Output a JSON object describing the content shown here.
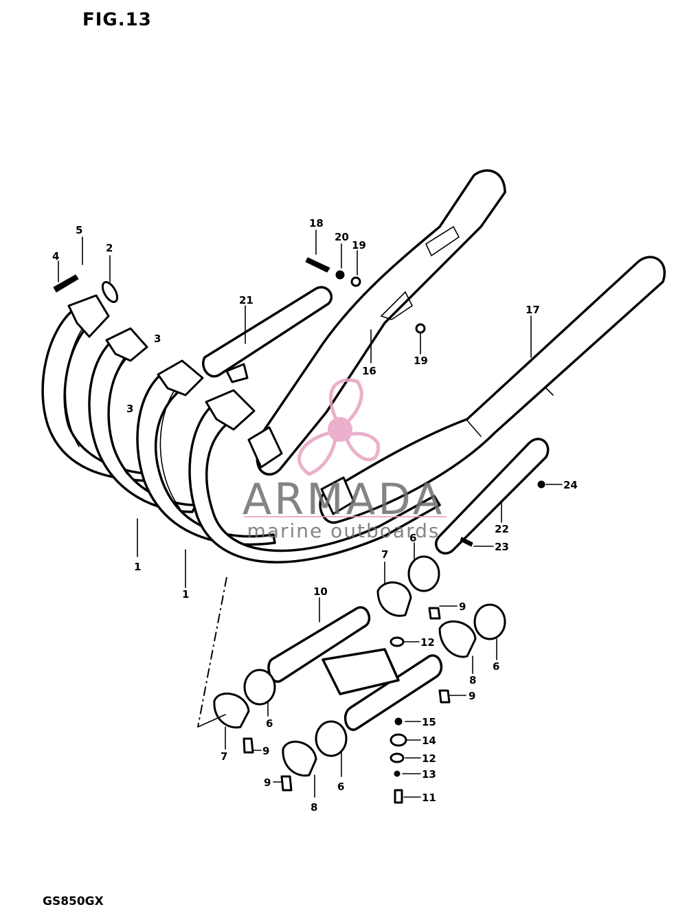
{
  "figure": {
    "title": "FIG.13",
    "model": "GS850GX"
  },
  "watermark": {
    "brand": "ARMADA",
    "tagline": "marine outboards",
    "color": "#e8a3c3"
  },
  "callouts": [
    {
      "id": "c-1a",
      "label": "1"
    },
    {
      "id": "c-1b",
      "label": "1"
    },
    {
      "id": "c-2",
      "label": "2"
    },
    {
      "id": "c-3a",
      "label": "3"
    },
    {
      "id": "c-3b",
      "label": "3"
    },
    {
      "id": "c-4",
      "label": "4"
    },
    {
      "id": "c-5",
      "label": "5"
    },
    {
      "id": "c-6a",
      "label": "6"
    },
    {
      "id": "c-6b",
      "label": "6"
    },
    {
      "id": "c-6c",
      "label": "6"
    },
    {
      "id": "c-6d",
      "label": "6"
    },
    {
      "id": "c-7a",
      "label": "7"
    },
    {
      "id": "c-7b",
      "label": "7"
    },
    {
      "id": "c-8a",
      "label": "8"
    },
    {
      "id": "c-8b",
      "label": "8"
    },
    {
      "id": "c-9a",
      "label": "9"
    },
    {
      "id": "c-9b",
      "label": "9"
    },
    {
      "id": "c-9c",
      "label": "9"
    },
    {
      "id": "c-9d",
      "label": "9"
    },
    {
      "id": "c-10",
      "label": "10"
    },
    {
      "id": "c-11",
      "label": "11"
    },
    {
      "id": "c-12a",
      "label": "12"
    },
    {
      "id": "c-12b",
      "label": "12"
    },
    {
      "id": "c-13",
      "label": "13"
    },
    {
      "id": "c-14",
      "label": "14"
    },
    {
      "id": "c-15",
      "label": "15"
    },
    {
      "id": "c-16",
      "label": "16"
    },
    {
      "id": "c-17",
      "label": "17"
    },
    {
      "id": "c-18",
      "label": "18"
    },
    {
      "id": "c-19a",
      "label": "19"
    },
    {
      "id": "c-19b",
      "label": "19"
    },
    {
      "id": "c-20",
      "label": "20"
    },
    {
      "id": "c-21",
      "label": "21"
    },
    {
      "id": "c-22",
      "label": "22"
    },
    {
      "id": "c-23",
      "label": "23"
    },
    {
      "id": "c-24",
      "label": "24"
    }
  ]
}
